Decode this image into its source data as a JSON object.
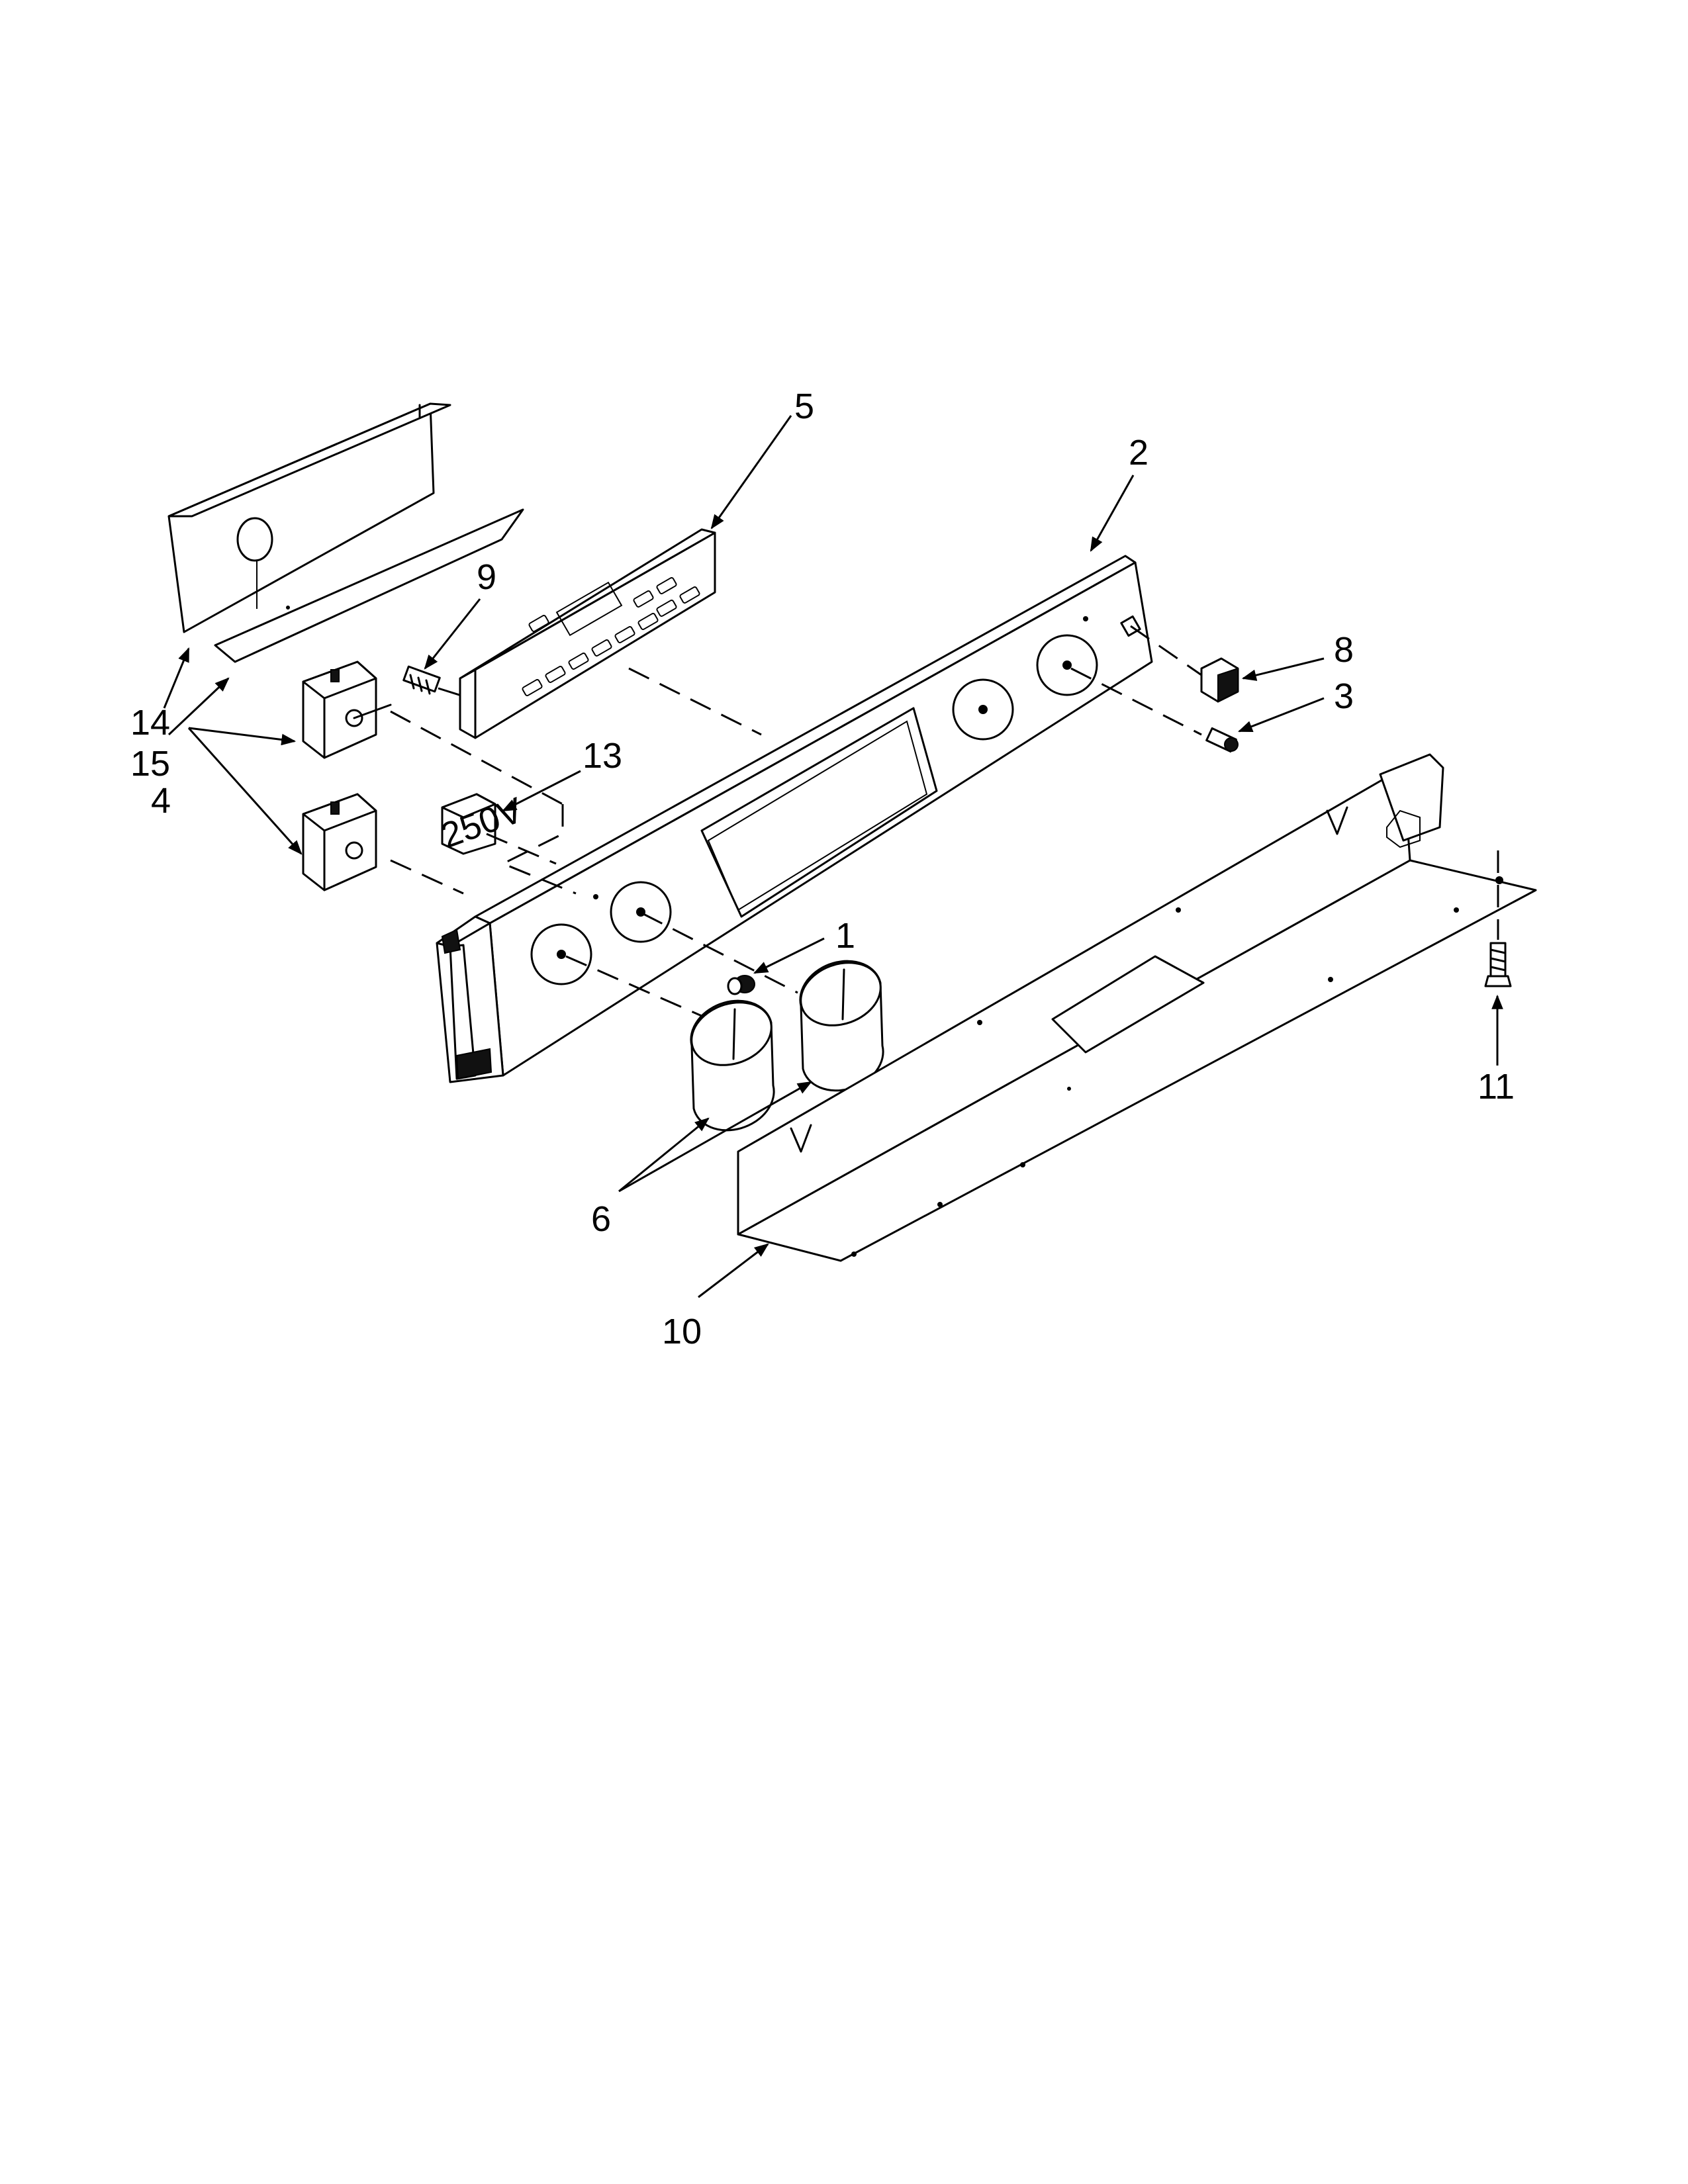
{
  "diagram": {
    "callouts": [
      {
        "id": "c1",
        "label": "1"
      },
      {
        "id": "c2",
        "label": "2"
      },
      {
        "id": "c3",
        "label": "3"
      },
      {
        "id": "c4",
        "label": "4"
      },
      {
        "id": "c5",
        "label": "5"
      },
      {
        "id": "c6",
        "label": "6"
      },
      {
        "id": "c8",
        "label": "8"
      },
      {
        "id": "c9",
        "label": "9"
      },
      {
        "id": "c10",
        "label": "10"
      },
      {
        "id": "c11",
        "label": "11"
      },
      {
        "id": "c13",
        "label": "13"
      },
      {
        "id": "c14",
        "label": "14"
      },
      {
        "id": "c15",
        "label": "15"
      }
    ],
    "switch_marking": "250V"
  }
}
